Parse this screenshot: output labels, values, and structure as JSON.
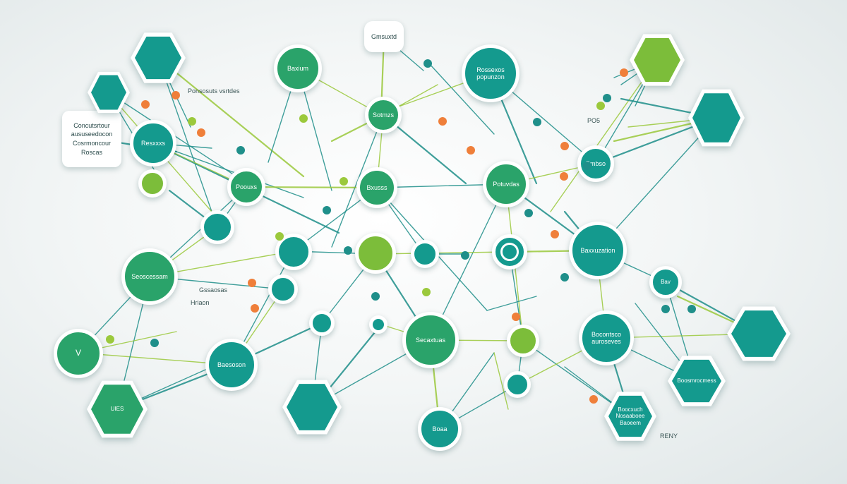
{
  "colors": {
    "teal": "#149a8e",
    "teal_dark": "#0f8a80",
    "green": "#2aa36a",
    "lime": "#7cbd3a",
    "orange": "#ef7f3a",
    "line_teal": "#1f8f8a",
    "line_lime": "#9bc93c"
  },
  "nodes": {
    "n_top_left_hex": "",
    "n_left_small": "",
    "n_callout_top": "Gmsuxtd",
    "n_top_green": "Baxium",
    "n_top_teal": "Rossexos\npopunzon",
    "n_mid_top": "Sotmzs",
    "n_left_mid": "Resxxxs",
    "n_center_left": "Poouxs",
    "n_center": "Bxusss",
    "n_center_right": "Potuvdas",
    "n_right_small": "Bmbso",
    "n_far_left": "Seoscessam",
    "n_center_lime": "",
    "n_right_big": "Baxxuzation",
    "n_middle_small": "",
    "n_bottom_center": "Secaxtuas",
    "n_bottom_right": "Bocontsco\nauroseves",
    "n_bottom_left": "Baesoson",
    "n_bottom_mid": "Boaa",
    "n_left_low": "V",
    "n_far_right_hex_top": "",
    "n_far_right_hex": "",
    "n_right_edge_hex": "",
    "n_bottom_right_hex": "Boosmrocmess",
    "n_bottom_right_hex2": "Boocxuch\nNosaaboee\nBaoeem",
    "n_bottom_left_hex": "UIES",
    "n_bottom_hex": ""
  },
  "bubbles": {
    "left_bubble": [
      "Concutsrtour",
      "aususeedocon",
      "Cosrmoncour",
      "Roscas"
    ]
  },
  "floating_labels": {
    "top_label": "Ponsosuts vsrtdes",
    "right_label": "PO5",
    "left_label": "Gssaosas",
    "left_label2": "Hriaon",
    "bottom_right_label": "RENY",
    "mid_right_label": "Bav"
  }
}
